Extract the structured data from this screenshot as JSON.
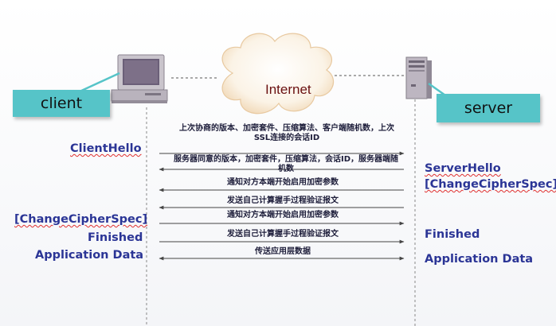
{
  "nodes": {
    "client": "client",
    "server": "server",
    "network": "Internet"
  },
  "messages": [
    {
      "text": "上次协商的版本、加密套件、压缩算法、客户端随机数，上次\nSSL连接的会话ID",
      "direction": "to-server"
    },
    {
      "text": "服务器同意的版本，加密套件，压缩算法，会话ID，服务器端随\n机数",
      "direction": "to-client"
    },
    {
      "text": "通知对方本端开始启用加密参数",
      "direction": "to-client"
    },
    {
      "text": "发送自己计算握手过程验证报文",
      "direction": "to-client"
    },
    {
      "text": "通知对方本端开始启用加密参数",
      "direction": "to-server"
    },
    {
      "text": "发送自己计算握手过程验证报文",
      "direction": "to-server"
    },
    {
      "text": "传送应用层数据",
      "direction": "both"
    }
  ],
  "client_labels": {
    "client_hello": "ClientHello",
    "change_cipher_spec": "[ChangeCipherSpec]",
    "finished": "Finished",
    "application_data": "Application Data"
  },
  "server_labels": {
    "server_hello": "ServerHello",
    "change_cipher_spec": "[ChangeCipherSpec]",
    "finished": "Finished",
    "application_data": "Application Data"
  },
  "colors": {
    "callout": "#56c4c8",
    "label_text": "#2b3596",
    "internet_text": "#6a1010"
  }
}
